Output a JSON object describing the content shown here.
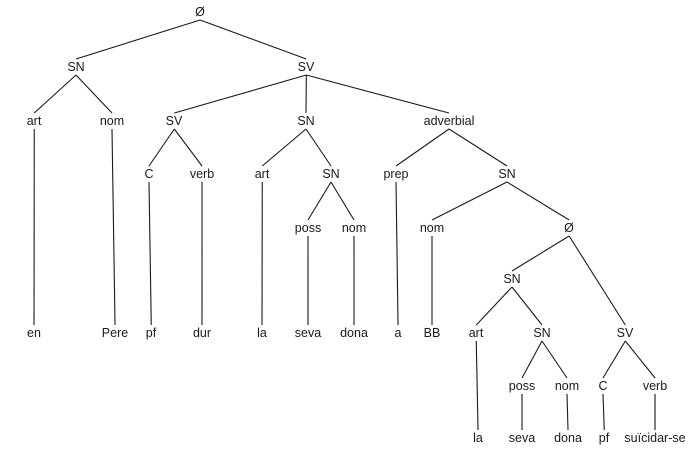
{
  "tree": {
    "root": {
      "id": "root",
      "label": "Ø"
    },
    "nodes": [
      {
        "id": "sn1",
        "label": "SN"
      },
      {
        "id": "sv_top",
        "label": "SV"
      },
      {
        "id": "art1",
        "label": "art"
      },
      {
        "id": "nom1",
        "label": "nom"
      },
      {
        "id": "sv2",
        "label": "SV"
      },
      {
        "id": "sn2",
        "label": "SN"
      },
      {
        "id": "adverbial",
        "label": "adverbial"
      },
      {
        "id": "c1",
        "label": "C"
      },
      {
        "id": "verb1",
        "label": "verb"
      },
      {
        "id": "art2",
        "label": "art"
      },
      {
        "id": "sn3",
        "label": "SN"
      },
      {
        "id": "prep",
        "label": "prep"
      },
      {
        "id": "sn4",
        "label": "SN"
      },
      {
        "id": "poss1",
        "label": "poss"
      },
      {
        "id": "nom2",
        "label": "nom"
      },
      {
        "id": "nom3",
        "label": "nom"
      },
      {
        "id": "null2",
        "label": "Ø"
      },
      {
        "id": "sn5",
        "label": "SN"
      },
      {
        "id": "sv3",
        "label": "SV"
      },
      {
        "id": "art3",
        "label": "art"
      },
      {
        "id": "sn6",
        "label": "SN"
      },
      {
        "id": "c2",
        "label": "C"
      },
      {
        "id": "verb2",
        "label": "verb"
      },
      {
        "id": "poss2",
        "label": "poss"
      },
      {
        "id": "nom4",
        "label": "nom"
      }
    ],
    "leaves": [
      {
        "id": "w_en",
        "label": "en"
      },
      {
        "id": "w_pere",
        "label": "Pere"
      },
      {
        "id": "w_pf1",
        "label": "pf"
      },
      {
        "id": "w_dur",
        "label": "dur"
      },
      {
        "id": "w_la1",
        "label": "la"
      },
      {
        "id": "w_seva1",
        "label": "seva"
      },
      {
        "id": "w_dona1",
        "label": "dona"
      },
      {
        "id": "w_a",
        "label": "a"
      },
      {
        "id": "w_bb",
        "label": "BB"
      },
      {
        "id": "w_la2",
        "label": "la"
      },
      {
        "id": "w_seva2",
        "label": "seva"
      },
      {
        "id": "w_dona2",
        "label": "dona"
      },
      {
        "id": "w_pf2",
        "label": "pf"
      },
      {
        "id": "w_suicidar",
        "label": "suïcidar-se"
      }
    ],
    "edges": [
      [
        "root",
        "sn1"
      ],
      [
        "root",
        "sv_top"
      ],
      [
        "sn1",
        "art1"
      ],
      [
        "sn1",
        "nom1"
      ],
      [
        "sv_top",
        "sv2"
      ],
      [
        "sv_top",
        "sn2"
      ],
      [
        "sv_top",
        "adverbial"
      ],
      [
        "sv2",
        "c1"
      ],
      [
        "sv2",
        "verb1"
      ],
      [
        "sn2",
        "art2"
      ],
      [
        "sn2",
        "sn3"
      ],
      [
        "sn3",
        "poss1"
      ],
      [
        "sn3",
        "nom2"
      ],
      [
        "adverbial",
        "prep"
      ],
      [
        "adverbial",
        "sn4"
      ],
      [
        "sn4",
        "nom3"
      ],
      [
        "sn4",
        "null2"
      ],
      [
        "null2",
        "sn5"
      ],
      [
        "null2",
        "sv3"
      ],
      [
        "sn5",
        "art3"
      ],
      [
        "sn5",
        "sn6"
      ],
      [
        "sn6",
        "poss2"
      ],
      [
        "sn6",
        "nom4"
      ],
      [
        "sv3",
        "c2"
      ],
      [
        "sv3",
        "verb2"
      ],
      [
        "art1",
        "w_en"
      ],
      [
        "nom1",
        "w_pere"
      ],
      [
        "c1",
        "w_pf1"
      ],
      [
        "verb1",
        "w_dur"
      ],
      [
        "art2",
        "w_la1"
      ],
      [
        "poss1",
        "w_seva1"
      ],
      [
        "nom2",
        "w_dona1"
      ],
      [
        "prep",
        "w_a"
      ],
      [
        "nom3",
        "w_bb"
      ],
      [
        "art3",
        "w_la2"
      ],
      [
        "poss2",
        "w_seva2"
      ],
      [
        "nom4",
        "w_dona2"
      ],
      [
        "c2",
        "w_pf2"
      ],
      [
        "verb2",
        "w_suicidar"
      ]
    ]
  }
}
